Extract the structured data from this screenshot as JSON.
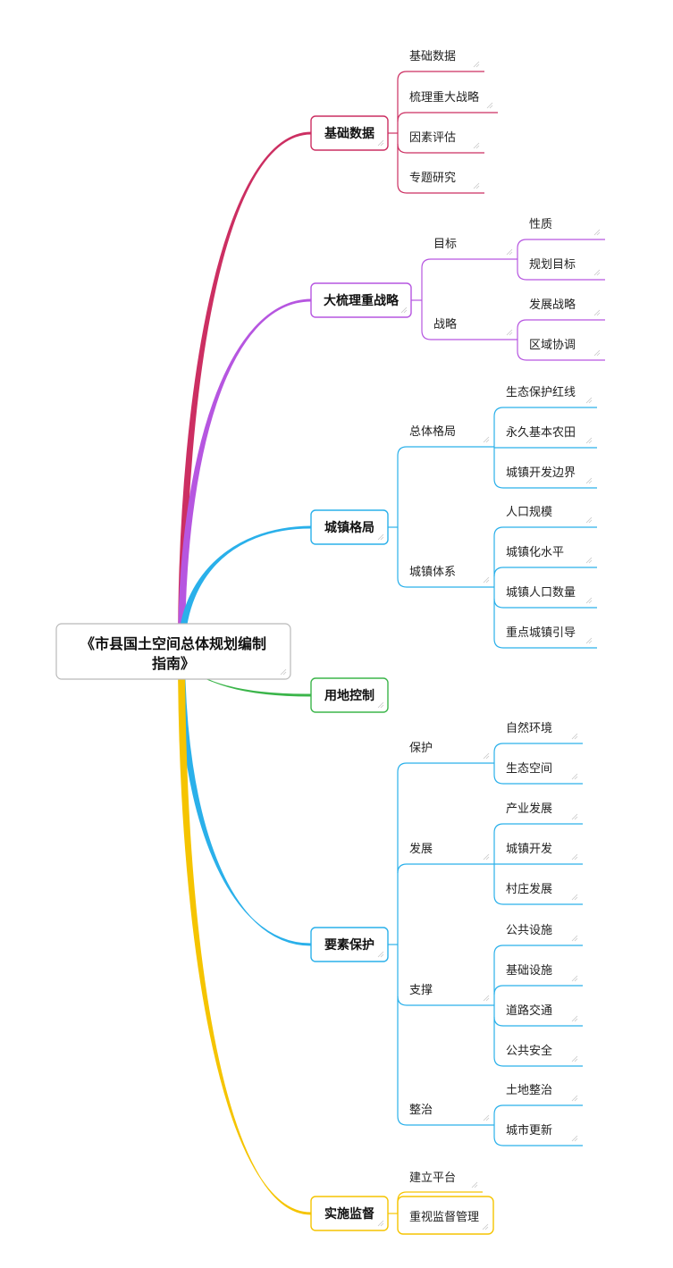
{
  "root": {
    "lines": [
      "《市县国土空间总体规划编制",
      "指南》"
    ]
  },
  "colors": {
    "basic": "#cc2f62",
    "strategy": "#b656e0",
    "blue": "#2ab0ea",
    "land": "#3bb54a",
    "monitor": "#f5c400"
  },
  "branches": [
    {
      "label": "基础数据",
      "color": "#cc2f62",
      "children": [
        "基础数据",
        "梳理重大战略",
        "因素评估",
        "专题研究"
      ]
    },
    {
      "label": "大梳理重战略",
      "color": "#b656e0",
      "children": [
        {
          "label": "目标",
          "children": [
            "性质",
            "规划目标"
          ]
        },
        {
          "label": "战略",
          "children": [
            "发展战略",
            "区域协调"
          ]
        }
      ]
    },
    {
      "label": "城镇格局",
      "color": "#2ab0ea",
      "children": [
        {
          "label": "总体格局",
          "children": [
            "生态保护红线",
            "永久基本农田",
            "城镇开发边界"
          ]
        },
        {
          "label": "城镇体系",
          "children": [
            "人口规模",
            "城镇化水平",
            "城镇人口数量",
            "重点城镇引导"
          ]
        }
      ]
    },
    {
      "label": "用地控制",
      "color": "#3bb54a",
      "children": []
    },
    {
      "label": "要素保护",
      "color": "#2ab0ea",
      "children": [
        {
          "label": "保护",
          "children": [
            "自然环境",
            "生态空间"
          ]
        },
        {
          "label": "发展",
          "children": [
            "产业发展",
            "城镇开发",
            "村庄发展"
          ]
        },
        {
          "label": "支撑",
          "children": [
            "公共设施",
            "基础设施",
            "道路交通",
            "公共安全"
          ]
        },
        {
          "label": "整治",
          "children": [
            "土地整治",
            "城市更新"
          ]
        }
      ]
    },
    {
      "label": "实施监督",
      "color": "#f5c400",
      "children": [
        "建立平台",
        "重视监督管理"
      ]
    }
  ]
}
